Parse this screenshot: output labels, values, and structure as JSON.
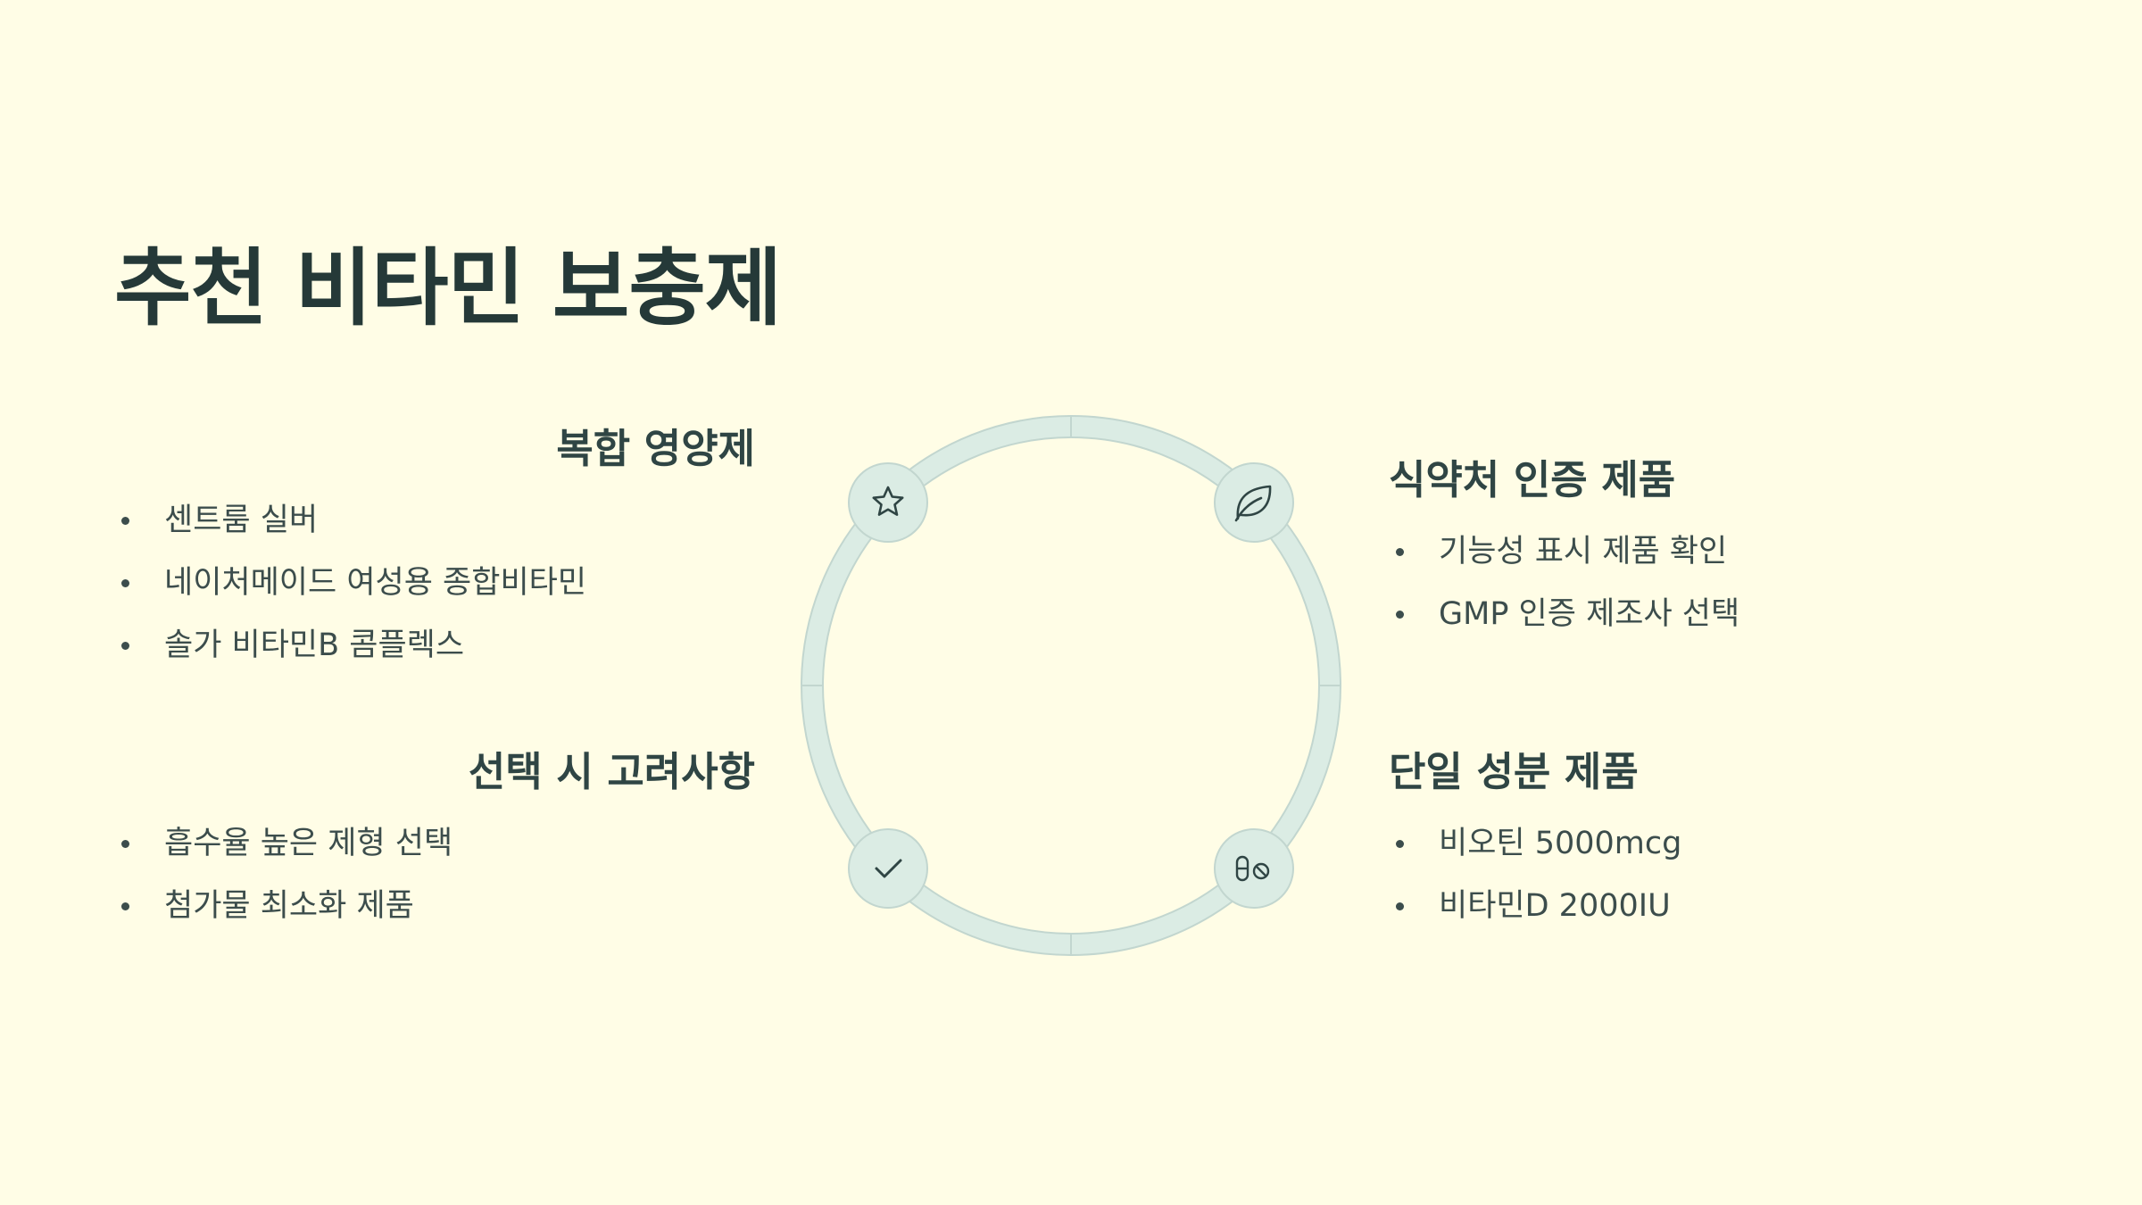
{
  "slide": {
    "title": "추천 비타민 보충제",
    "accent_color": "#dbece4",
    "ring_stroke_color": "#c2d6cf",
    "icon_color": "#2f4544",
    "background_color": "#fffde6"
  },
  "sections": {
    "top_left": {
      "heading": "복합 영양제",
      "icon": "star-icon",
      "items": [
        "센트룸 실버",
        "네이처메이드 여성용 종합비타민",
        "솔가 비타민B 콤플렉스"
      ]
    },
    "bottom_left": {
      "heading": "선택 시 고려사항",
      "icon": "checkmark-icon",
      "items": [
        "흡수율 높은 제형 선택",
        "첨가물 최소화 제품"
      ]
    },
    "top_right": {
      "heading": "식약처 인증 제품",
      "icon": "leaf-icon",
      "items": [
        "기능성 표시 제품 확인",
        "GMP 인증 제조사 선택"
      ]
    },
    "bottom_right": {
      "heading": "단일 성분 제품",
      "icon": "pills-icon",
      "items": [
        "비오틴 5000mcg",
        "비타민D 2000IU"
      ]
    }
  }
}
